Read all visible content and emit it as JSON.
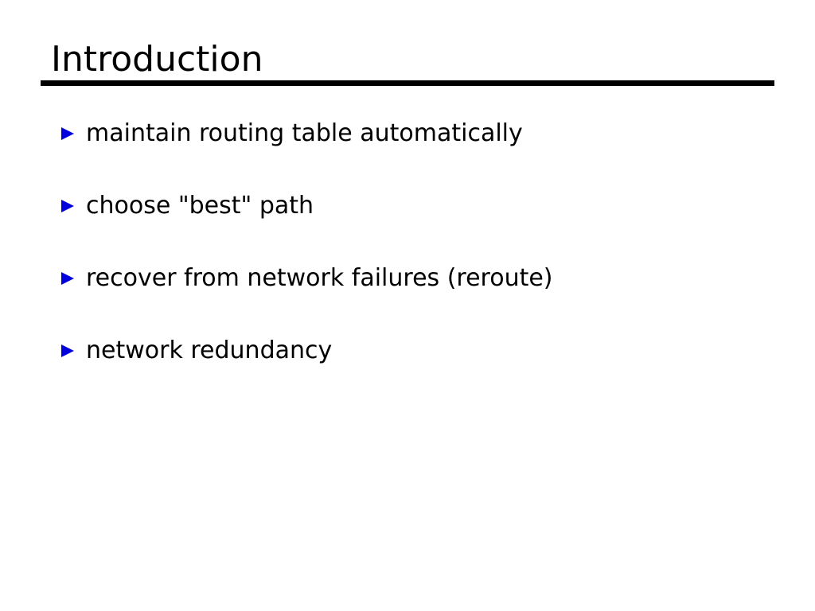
{
  "slide": {
    "title": "Introduction",
    "title_rule_color": "#000000",
    "background_color": "#ffffff",
    "text_color": "#000000",
    "bullet_color": "#0000dd",
    "bullet_icon": "triangle-right-icon",
    "bullets": [
      {
        "text": "maintain routing table automatically"
      },
      {
        "text": "choose \"best\" path"
      },
      {
        "text": "recover from network failures (reroute)"
      },
      {
        "text": "network redundancy"
      }
    ]
  }
}
